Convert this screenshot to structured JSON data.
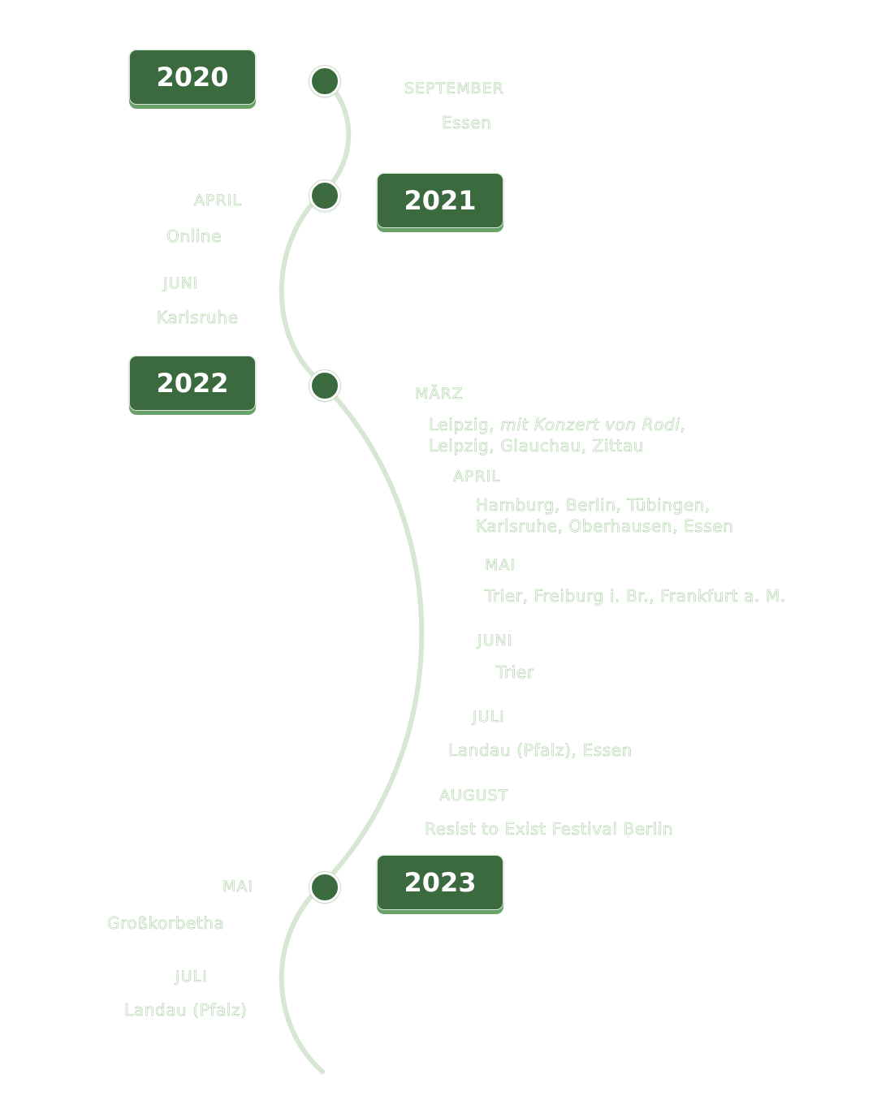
{
  "years": [
    {
      "id": "2020",
      "label": "2020"
    },
    {
      "id": "2021",
      "label": "2021"
    },
    {
      "id": "2022",
      "label": "2022"
    },
    {
      "id": "2023",
      "label": "2023"
    }
  ],
  "entries": {
    "y2020_sep": {
      "month": "SEPTEMBER",
      "place": "Essen"
    },
    "y2021_apr": {
      "month": "APRIL",
      "place": "Online"
    },
    "y2021_jun": {
      "month": "JUNI",
      "place": "Karlsruhe"
    },
    "y2022_mar": {
      "month": "MÄRZ",
      "place_line1_a": "Leipzig, ",
      "place_line1_b": "mit Konzert von Rodi",
      "place_line1_c": ",",
      "place_line2": "Leipzig, Glauchau, Zittau"
    },
    "y2022_apr": {
      "month": "APRIL",
      "place_line1": "Hamburg, Berlin, Tübingen,",
      "place_line2": "Karlsruhe, Oberhausen,  Essen"
    },
    "y2022_mai": {
      "month": "MAI",
      "place": "Trier, Freiburg i. Br., Frankfurt a. M."
    },
    "y2022_jun": {
      "month": "JUNI",
      "place": "Trier"
    },
    "y2022_jul": {
      "month": "JULI",
      "place": "Landau (Pfalz), Essen"
    },
    "y2022_aug": {
      "month": "AUGUST",
      "place": "Resist to Exist Festival Berlin"
    },
    "y2023_mai": {
      "month": "MAI",
      "place": "Großkorbetha"
    },
    "y2023_jul": {
      "month": "JULI",
      "place": "Landau (Pfalz)"
    }
  },
  "colors": {
    "badge": "#3a6a3e",
    "badge_shadow": "#6aa36a",
    "line": "#c9dfc4",
    "text_outline": "#a9cfa3"
  }
}
